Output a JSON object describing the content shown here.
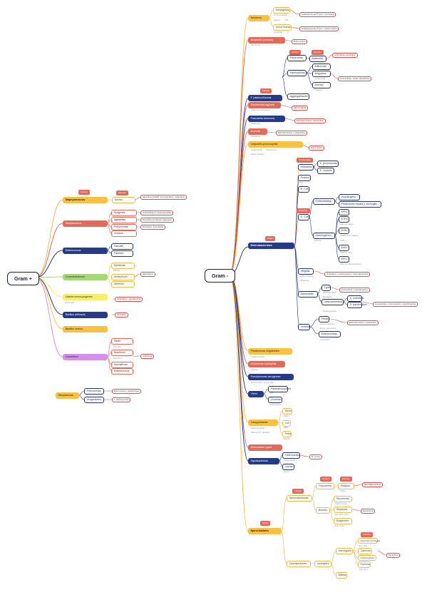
{
  "roots": {
    "gram_pos": "Gram +",
    "gram_neg": "Gram -"
  },
  "gp": {
    "genero": "Género",
    "especie": "Especie",
    "staph": "Staphylococcus",
    "aureus": "Aureus",
    "aureus_note": "Meticilina (SARM: glucopéptidos; cefarolina)",
    "strep": "Streptococcus",
    "pyogenes": "Pyogenes",
    "agalactiae": "Agalactiae",
    "pneumoniae": "Pneumoniae",
    "viridans": "Viridans",
    "strep_note1": "Amoxicilina en dosis elevadas",
    "strep_note2": "Penicilina (profilaxis intraparto)",
    "strep_note3": "Penicilina; amoxicilina",
    "entero": "Enterococcus",
    "faecalis": "Faecalis",
    "faecium": "Faecium",
    "coryne": "Corynebacterium",
    "diphteriae": "Diphteriae",
    "diph_sub": "Difteria",
    "urealyticum": "Urealyticum",
    "jeikeium": "Jeikeium",
    "coryne_note": "Macrólidos",
    "listeria": "Listeria monocytogenes",
    "listeria_sub": "Listeriosis",
    "listeria_note": "Ampicilina + gentamicina",
    "anthracis": "Bacillus anthracis",
    "anthracis_note": "Penicilina",
    "cereus": "Bacillus cereus",
    "clostridium": "Clostridium",
    "tetani": "Tetani",
    "tetani_sub": "Tétanos",
    "botulinum": "Botulinum",
    "botulinum_sub": "Botulismo",
    "histolyticum": "Histolyticum",
    "enterotoxicus": "Enterotoxicus",
    "clostridium_note": "Antitoxina",
    "mycoplasma": "Micoplasmas",
    "pneumoniae_m": "Pneumoniae",
    "urogenitales": "Urogenitales",
    "myco_note1": "Eritromicina y tetraciclinas",
    "myco_note2": "+ claritromicina"
  },
  "gn": {
    "neisseria": "Neisseria",
    "meningitidis": "Meningitidis",
    "mening_sub": "N. meningitidis",
    "sepsis": "Sepsis",
    "cid": "CID",
    "gonorrhoeae": "Gonorrhoeae",
    "gonorrea": "Gonorrea",
    "neis_note1": "Cefalosporinas 3ª gen + penicilina",
    "neis_note2": "Cefalosporinas 3ª gen + azitromicina",
    "bordetella": "Bordetella pertussis",
    "tos_ferina": "Tos ferina",
    "bord_note": "Eritromicina",
    "familia": "Familia",
    "genero": "Género",
    "especie": "Especie",
    "past_fam": "F. pasteurellaceae",
    "pasteurella": "Pasteurella",
    "multocida": "Multocida",
    "multo_note": "Ampicilina o penicilina",
    "haemophilus": "Haemophilus",
    "influenzae": "Influenzae",
    "aegyptius": "Aegyptius",
    "conjuntivitis": "Conjuntivitis",
    "ducreyi": "Ducreyi",
    "chancro": "Chancro",
    "haem_note": "Amoxicilina + ácido clavulánico",
    "aggregatibacter": "Aggregatibacter",
    "gardnerella": "Gardnerella vaginalis",
    "gard_sub": "Vaginosis bacteriana",
    "gard_note": "Metronidazol",
    "francisella": "Francisella tularensis",
    "tularemia": "Tularemia",
    "franc_note": "Estreptomicina o tetraciclina",
    "brucella": "Brucella",
    "brucelosis": "Brucelosis",
    "bruc_note": "Estreptomicina + tetraciclina",
    "legionella": "Legionella pneumophila",
    "leg_sub1": "Legionelosis",
    "leg_sub2": "Fiebre Pontiac",
    "leg_sub3": "Pneumonía",
    "leg_note": "Eritromicina",
    "orden": "Orden",
    "enterobact": "Enterobacteriales",
    "oportunistas": "Oportunistas",
    "klebsiella": "Klebsiella",
    "k_pneumoniae": "K. pneumoniae",
    "k_oxytoca": "K. oxytoca",
    "proteus": "Proteus",
    "itu": "ITU",
    "ecoli_g": "E. Coli",
    "entericos": "Entéricos",
    "ecoli": "E. Coli",
    "extraintestinal": "Extraintestinal",
    "uropatogeno": "Uropatógeno",
    "sepsis_men": "Productores sepsis y meningitis",
    "diarreogenico": "Diarreogénico",
    "diarrea": "Diarrea",
    "epec": "EPEC",
    "etec": "ETEC",
    "etec_sub": "Diarrea viajero",
    "ehec": "EHEC",
    "ehec_sub": "Colitis hemorrágica",
    "suh": "SUH",
    "eaec": "EAEC",
    "eaec_sub": "Diarrea, niño",
    "eiec": "EIEC",
    "eiec_sub": "Diarrea, disenteriforme",
    "shigella": "Shigella",
    "shig_sub1": "Colitis invasiva",
    "shig_sub2": "Shigelosis",
    "shig_note": "Ampicilina + cotrimoxazol + fluoroquinolona",
    "salmonella": "Salmonella",
    "typhi": "Typhi",
    "fiebre_tif": "Fiebre tifoidea",
    "paratyphi": "Paratyphi",
    "typhi_note": "Amoxicilina o ciprofloxacino",
    "gastro": "Gastroenteritica",
    "enteritidis": "S. enteritidis",
    "typhimurium": "S. typhimurium",
    "gastro_sub": "Gastroenteritis",
    "gastro_note": "Amoxicilina + cotrimoxazol + ciprofloxacina",
    "yersinia": "Yersinia",
    "pestis": "Pestis",
    "peste_bub": "Peste bubónica",
    "peste_neu": "Peste neumónica",
    "enterocolitica": "Enterocolítica",
    "yersiniosis": "Yersiniosis",
    "yers_note": "Estreptomicina + tetraciclina",
    "plesiomonas": "Plesiomonas shigelloides",
    "gastroent": "Gastroenteritis",
    "aeromonas": "Aeromonas hydrophila",
    "diarrea_aer": "Diarrea",
    "pseudomonas": "Pseudomonas aeruginosa",
    "pseu_sub": "Endocarditis nosocomial",
    "vibrio": "Vibrio",
    "parahaemo": "Parahaemolyticus",
    "tia": "TIA",
    "cholerae": "Cholerae",
    "colera": "Cólera grave",
    "campylobacter": "Campylobacter",
    "jejuni": "Jejuni",
    "gea": "GEA",
    "coli": "Coli",
    "geyg": "GEA",
    "fetus": "Fetus",
    "sepsis_c": "Sepsis",
    "campy_sub1": "Gastroenteritis",
    "campy_sub2": "Diarrea c/F. Huvieler",
    "helicobacter": "Helicobacter pylori",
    "mycobacterium": "Mycobacterium",
    "tuberculosis": "Tuberculosis",
    "tuberculosis_sub": "Tuberculosis",
    "leprae": "Leprae",
    "lepra": "Lepra",
    "myco_note": "B. mesia",
    "spiro_orden": "Orden",
    "spirochaetales": "Spirochaetales",
    "spiro_familia": "Familia",
    "spirochaetaceae": "Spirochaetaceae",
    "treponema": "Treponema",
    "pallidum": "Pallidum",
    "sifilis": "Sífilis",
    "trep_note": "Benzatilpenicilina",
    "borrelia": "Borrelia",
    "recurrentis": "Recurrentis",
    "fiebre_rec": "Fiebre recurr.",
    "hispanica": "Hispánica",
    "fiebre_rec2": "Fie. recu. epid.",
    "burgdorferi": "Burgdorferi",
    "lyme": "Enf. Lyme",
    "borr_note": "Doxiciclina",
    "leptospiraceae": "Leptospiraceae",
    "leptospira": "Leptospira",
    "interrogans": "Interrogans",
    "icterohaem": "Icterohaemorrhagiae",
    "weil": "Enf. Weil",
    "canicola": "Canícola",
    "grippotyphosa": "Grippotyphosa",
    "pomona": "Pomona",
    "enf_porq": "Enf. porq.",
    "biflexa": "Biflexa",
    "sero": "Serotipo",
    "lept_note": "Penicilina"
  }
}
